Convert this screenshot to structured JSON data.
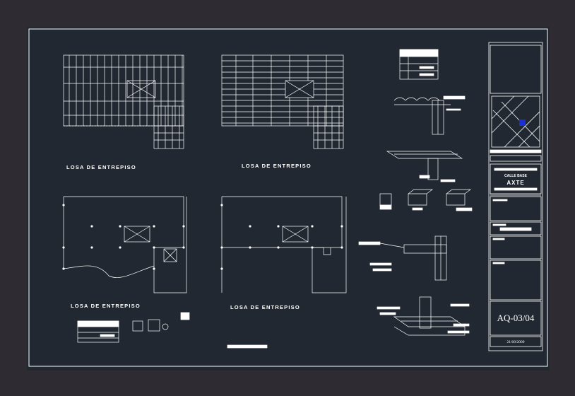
{
  "plans": [
    {
      "id": "plan-1",
      "label": "LOSA DE ENTREPISO"
    },
    {
      "id": "plan-2",
      "label": "LOSA DE ENTREPISO"
    },
    {
      "id": "plan-3",
      "label": "LOSA DE ENTREPISO"
    },
    {
      "id": "plan-4",
      "label": "LOSA DE ENTREPISO"
    }
  ],
  "title_block": {
    "project_line_1": "CALLE BASE",
    "project_line_2": "AXTE",
    "sheet_code": "AQ-03/04",
    "date": "21/09/2009"
  },
  "colors": {
    "background": "#2f2b33",
    "sheet": "#212831",
    "linework": "#ffffff",
    "location_marker": "#1b2fd8"
  }
}
